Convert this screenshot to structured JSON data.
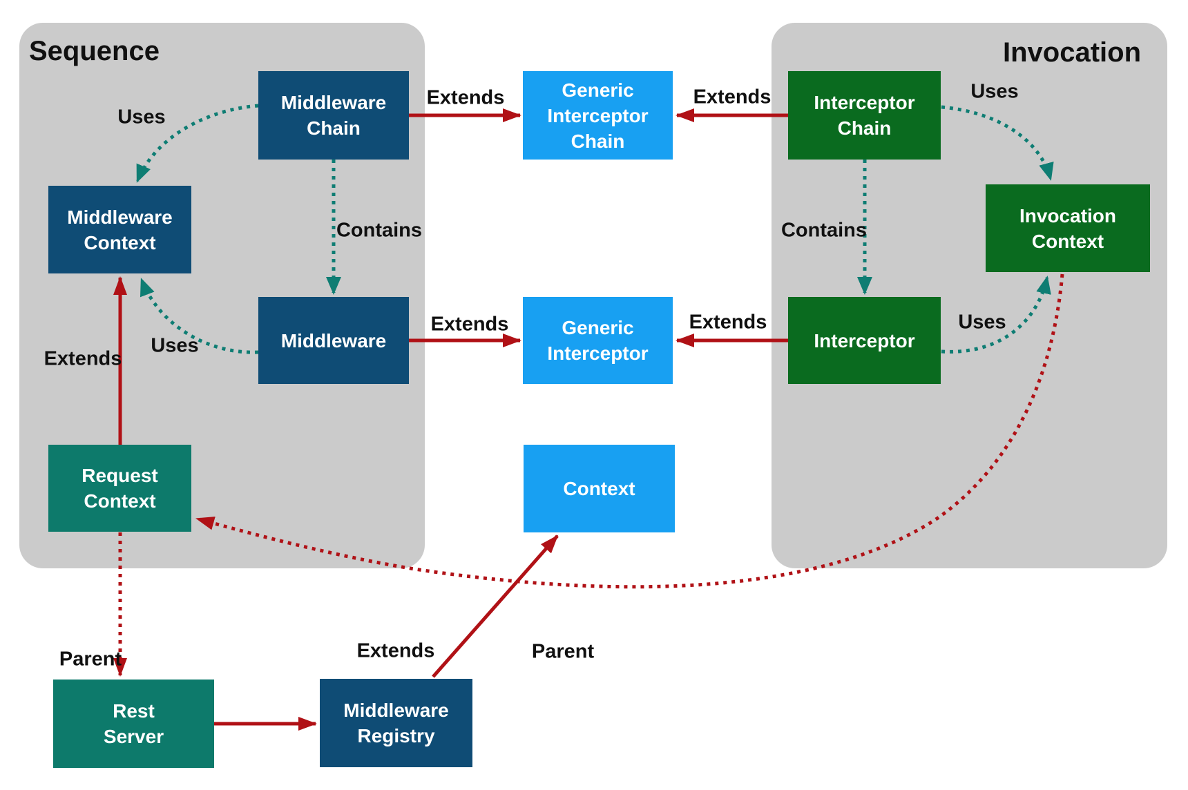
{
  "colors": {
    "container_gray": "#cbcbcb",
    "dark_blue": "#0f4c75",
    "green": "#0a6b1f",
    "teal": "#0d7a6b",
    "light_blue": "#18a0f2",
    "red_edge": "#b01116",
    "teal_edge": "#0e7d73",
    "label_text": "#101010",
    "node_text": "#ffffff"
  },
  "containers": {
    "sequence": {
      "label": "Sequence"
    },
    "invocation": {
      "label": "Invocation"
    }
  },
  "nodes": {
    "middleware_chain": {
      "label": "Middleware\nChain"
    },
    "generic_interceptor_chain": {
      "label": "Generic\nInterceptor\nChain"
    },
    "interceptor_chain": {
      "label": "Interceptor\nChain"
    },
    "middleware_context": {
      "label": "Middleware\nContext"
    },
    "invocation_context": {
      "label": "Invocation\nContext"
    },
    "middleware": {
      "label": "Middleware"
    },
    "generic_interceptor": {
      "label": "Generic\nInterceptor"
    },
    "interceptor": {
      "label": "Interceptor"
    },
    "request_context": {
      "label": "Request\nContext"
    },
    "context": {
      "label": "Context"
    },
    "rest_server": {
      "label": "Rest\nServer"
    },
    "middleware_registry": {
      "label": "Middleware\nRegistry"
    }
  },
  "edge_labels": {
    "extends_row1_left": "Extends",
    "extends_row1_right": "Extends",
    "extends_row3_left": "Extends",
    "extends_row3_right": "Extends",
    "uses_top_left": "Uses",
    "uses_mid_left": "Uses",
    "uses_top_right": "Uses",
    "uses_mid_right": "Uses",
    "contains_left": "Contains",
    "contains_right": "Contains",
    "extends_request_to_middleware_context": "Extends",
    "parent_request_to_rest": "Parent",
    "extends_registry_to_context": "Extends",
    "parent_invocation_to_request": "Parent"
  }
}
